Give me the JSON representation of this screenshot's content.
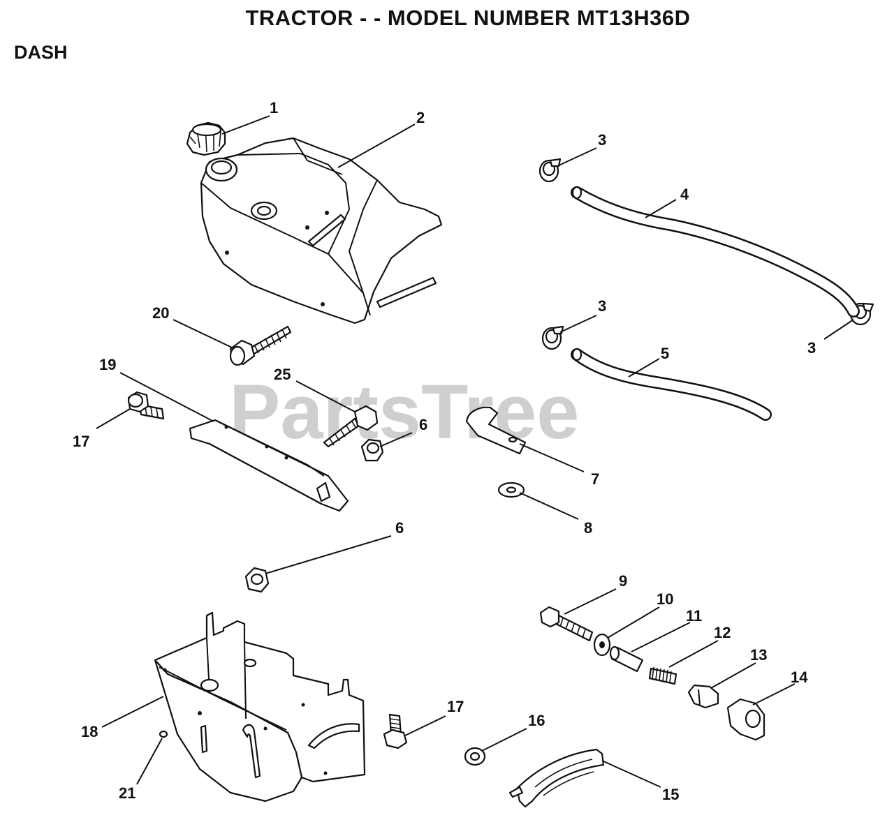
{
  "header": {
    "title": "TRACTOR - - MODEL NUMBER MT13H36D",
    "section": "DASH"
  },
  "watermark": "PartsTree",
  "callouts": [
    {
      "id": "c1",
      "label": "1"
    },
    {
      "id": "c2",
      "label": "2"
    },
    {
      "id": "c3a",
      "label": "3"
    },
    {
      "id": "c4",
      "label": "4"
    },
    {
      "id": "c3b",
      "label": "3"
    },
    {
      "id": "c3c",
      "label": "3"
    },
    {
      "id": "c5",
      "label": "5"
    },
    {
      "id": "c20",
      "label": "20"
    },
    {
      "id": "c19",
      "label": "19"
    },
    {
      "id": "c25",
      "label": "25"
    },
    {
      "id": "c6a",
      "label": "6"
    },
    {
      "id": "c17a",
      "label": "17"
    },
    {
      "id": "c7",
      "label": "7"
    },
    {
      "id": "c8",
      "label": "8"
    },
    {
      "id": "c6b",
      "label": "6"
    },
    {
      "id": "c9",
      "label": "9"
    },
    {
      "id": "c10",
      "label": "10"
    },
    {
      "id": "c11",
      "label": "11"
    },
    {
      "id": "c12",
      "label": "12"
    },
    {
      "id": "c13",
      "label": "13"
    },
    {
      "id": "c14",
      "label": "14"
    },
    {
      "id": "c18",
      "label": "18"
    },
    {
      "id": "c17b",
      "label": "17"
    },
    {
      "id": "c16",
      "label": "16"
    },
    {
      "id": "c21",
      "label": "21"
    },
    {
      "id": "c15",
      "label": "15"
    }
  ]
}
